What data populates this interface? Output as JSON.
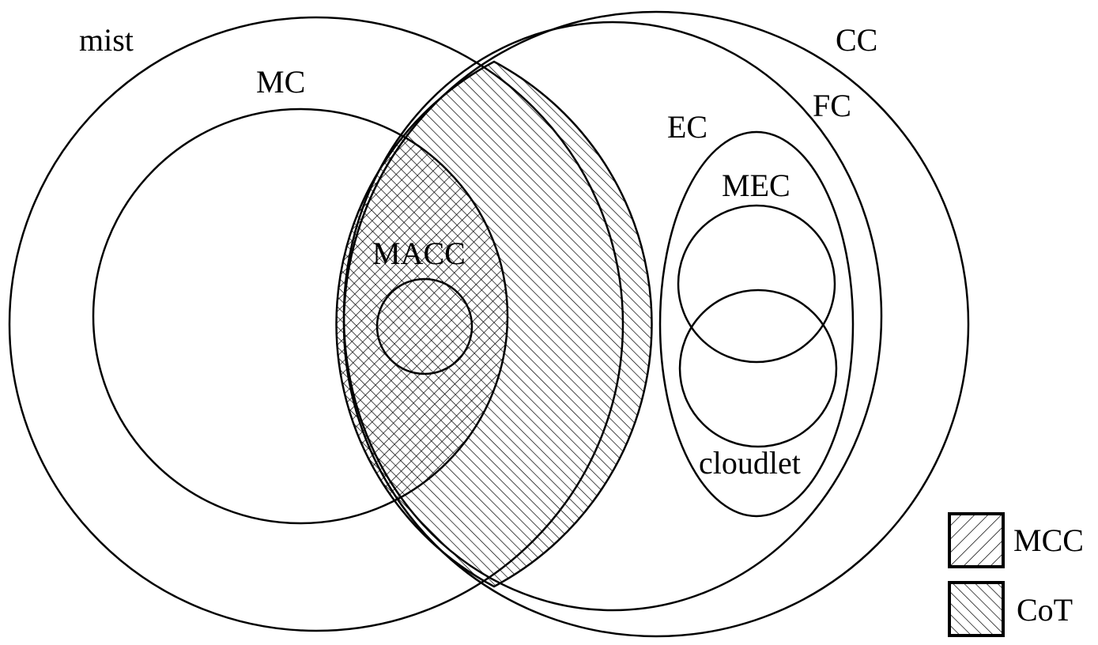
{
  "diagram": {
    "labels": {
      "mist": "mist",
      "mc": "MC",
      "cc": "CC",
      "fc": "FC",
      "ec": "EC",
      "mec": "MEC",
      "macc": "MACC",
      "cloudlet": "cloudlet"
    },
    "legend": [
      {
        "label": "MCC",
        "pattern": "hatch-diagonal"
      },
      {
        "label": "CoT",
        "pattern": "hatch-backslash"
      }
    ],
    "colors": {
      "stroke": "#000000",
      "background": "#ffffff"
    }
  }
}
